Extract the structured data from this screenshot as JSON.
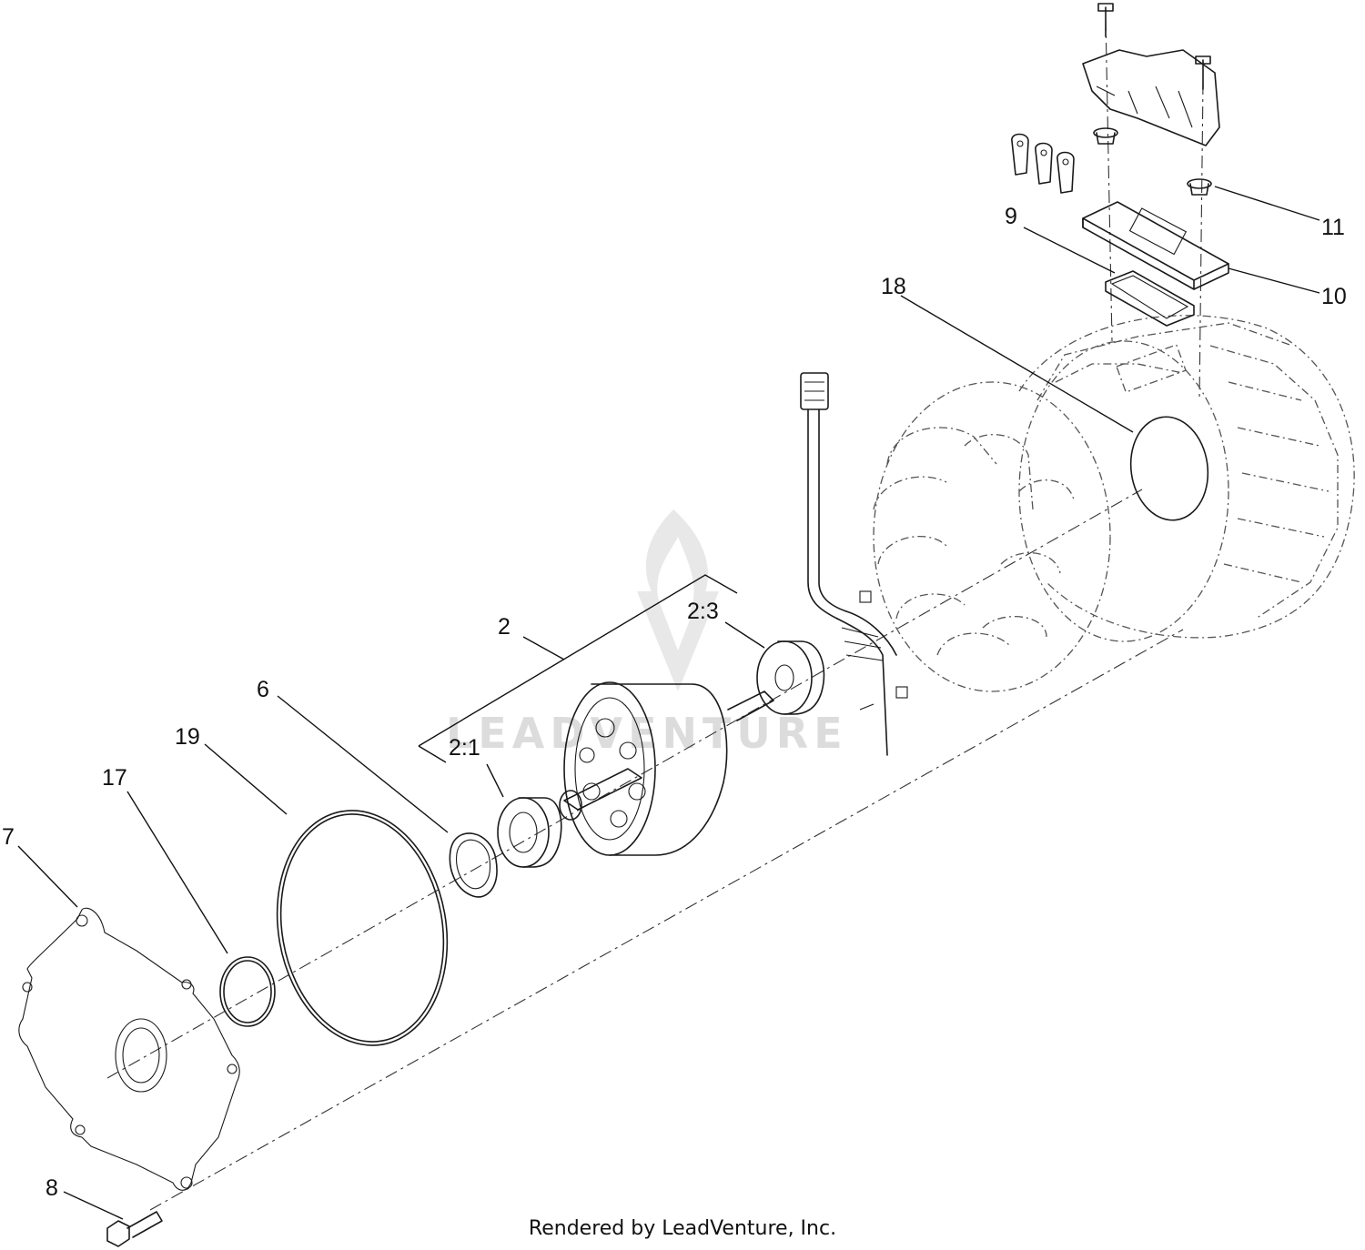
{
  "watermark": "LEADVENTURE",
  "footer": "Rendered by LeadVenture, Inc.",
  "callouts": [
    {
      "id": "11",
      "label": "11"
    },
    {
      "id": "9",
      "label": "9"
    },
    {
      "id": "10",
      "label": "10"
    },
    {
      "id": "18",
      "label": "18"
    },
    {
      "id": "2",
      "label": "2"
    },
    {
      "id": "2-3",
      "label": "2:3"
    },
    {
      "id": "2-1",
      "label": "2:1"
    },
    {
      "id": "6",
      "label": "6"
    },
    {
      "id": "19",
      "label": "19"
    },
    {
      "id": "17",
      "label": "17"
    },
    {
      "id": "7",
      "label": "7"
    },
    {
      "id": "8",
      "label": "8"
    }
  ]
}
